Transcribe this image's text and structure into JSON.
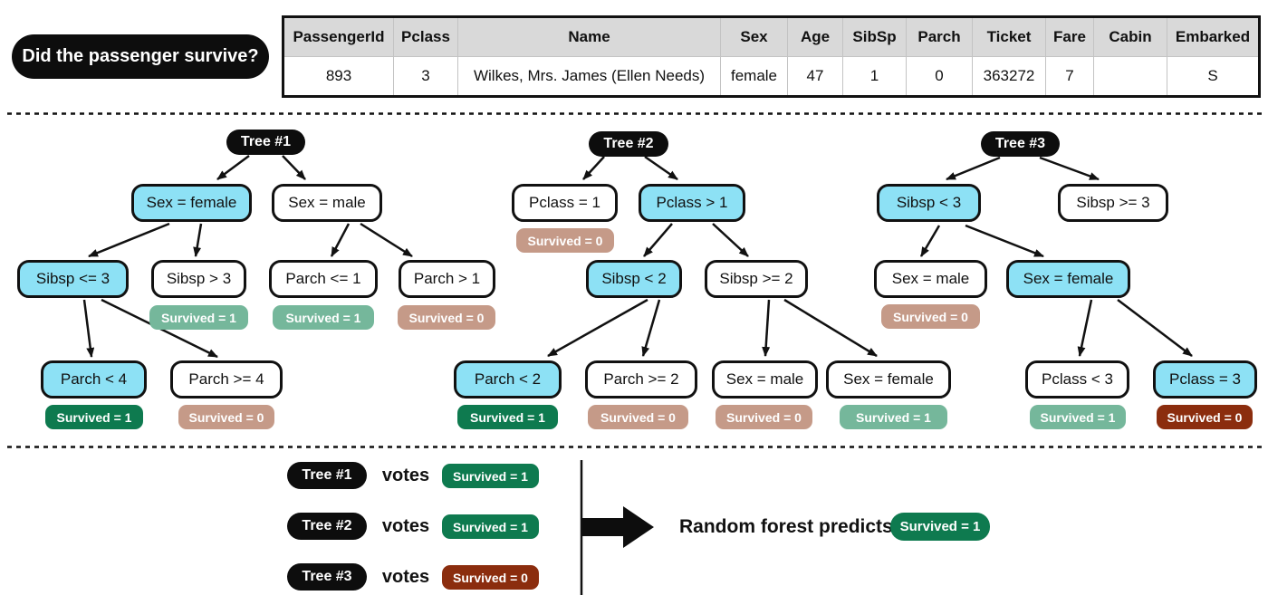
{
  "question": "Did the passenger survive?",
  "table": {
    "headers": [
      "PassengerId",
      "Pclass",
      "Name",
      "Sex",
      "Age",
      "SibSp",
      "Parch",
      "Ticket",
      "Fare",
      "Cabin",
      "Embarked"
    ],
    "row": [
      "893",
      "3",
      "Wilkes, Mrs. James (Ellen Needs)",
      "female",
      "47",
      "1",
      "0",
      "363272",
      "7",
      "",
      "S"
    ]
  },
  "colors": {
    "highlight": "#8de1f5",
    "survived1-light": "#75b79b",
    "survived1-dark": "#0e7a4f",
    "survived0-light": "#c59a88",
    "survived0-dark": "#8b2d0e",
    "pill-black": "#0d0d0d"
  },
  "trees": [
    {
      "title": "Tree #1",
      "nodes": {
        "l": "Sex = female",
        "r": "Sex = male",
        "ll": "Sibsp <= 3",
        "lr": "Sibsp > 3",
        "rl": "Parch <= 1",
        "rr": "Parch > 1",
        "lll": "Parch < 4",
        "llr": "Parch >= 4"
      },
      "results": {
        "lr": "Survived = 1",
        "rl": "Survived = 1",
        "rr": "Survived = 0",
        "lll": "Survived = 1",
        "llr": "Survived = 0"
      },
      "highlighted_path": [
        "Sex = female",
        "Sibsp <= 3",
        "Parch < 4"
      ],
      "vote": "Survived = 1"
    },
    {
      "title": "Tree #2",
      "nodes": {
        "l": "Pclass = 1",
        "r": "Pclass > 1",
        "rl": "Sibsp < 2",
        "rr": "Sibsp >= 2",
        "rll": "Parch < 2",
        "rlr": "Parch >= 2",
        "rrl": "Sex = male",
        "rrr": "Sex = female"
      },
      "results": {
        "l": "Survived = 0",
        "rll": "Survived = 1",
        "rlr": "Survived = 0",
        "rrl": "Survived = 0",
        "rrr": "Survived = 1"
      },
      "highlighted_path": [
        "Pclass > 1",
        "Sibsp < 2",
        "Parch < 2"
      ],
      "vote": "Survived = 1"
    },
    {
      "title": "Tree #3",
      "nodes": {
        "l": "Sibsp < 3",
        "r": "Sibsp >= 3",
        "ll": "Sex = male",
        "lr": "Sex = female",
        "lrl": "Pclass < 3",
        "lrr": "Pclass = 3"
      },
      "results": {
        "ll": "Survived = 0",
        "lrl": "Survived = 1",
        "lrr": "Survived = 0"
      },
      "highlighted_path": [
        "Sibsp < 3",
        "Sex = female",
        "Pclass = 3"
      ],
      "vote": "Survived = 0"
    }
  ],
  "votes": {
    "verb": "votes",
    "rows": [
      {
        "tree": "Tree #1",
        "result": "Survived = 1"
      },
      {
        "tree": "Tree #2",
        "result": "Survived = 1"
      },
      {
        "tree": "Tree #3",
        "result": "Survived = 0"
      }
    ]
  },
  "final": {
    "label": "Random forest predicts",
    "result": "Survived = 1"
  }
}
